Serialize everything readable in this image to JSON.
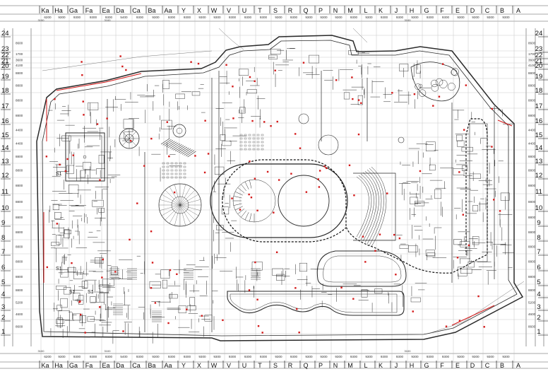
{
  "columns": [
    "Ka",
    "Ha",
    "Ga",
    "Fa",
    "Ea",
    "Da",
    "Ca",
    "Ba",
    "Aa",
    "Y",
    "X",
    "W",
    "V",
    "U",
    "T",
    "S",
    "R",
    "Q",
    "P",
    "N",
    "M",
    "L",
    "K",
    "J",
    "H",
    "G",
    "F",
    "E",
    "D",
    "C",
    "B",
    "A"
  ],
  "column_spacing_labels": [
    "6200",
    "9300",
    "9300",
    "9300",
    "9300",
    "5400",
    "9300",
    "9300",
    "9300",
    "9300",
    "9300",
    "9300",
    "9300",
    "9300",
    "9300",
    "9300",
    "9300",
    "9300",
    "9300",
    "9300",
    "9300",
    "9300",
    "9300",
    "9300",
    "9300",
    "9300",
    "9300",
    "9300",
    "9300",
    "9300",
    "9300"
  ],
  "column_offset_labels": [
    "3100",
    "3100",
    "3100"
  ],
  "rows": [
    "24",
    "23",
    "22",
    "21",
    "20",
    "19",
    "18",
    "17",
    "16",
    "15",
    "14",
    "13",
    "12",
    "11",
    "10",
    "9",
    "8",
    "7",
    "6",
    "5",
    "4",
    "3",
    "2",
    "1"
  ],
  "row_spacing_labels": [
    "8600",
    "1700",
    "3600",
    "4100",
    "8800",
    "8800",
    "8800",
    "8800",
    "4400",
    "4400",
    "8800",
    "8800",
    "8800",
    "8800",
    "8800",
    "8800",
    "8800",
    "8800",
    "8800",
    "8800",
    "5200",
    "4600",
    "8600"
  ],
  "room_tags": [
    "S1",
    "S1",
    "S1",
    "S1"
  ],
  "colors": {
    "line": "#2a2a2a",
    "grid": "#b8b8b8",
    "accent": "#d41a1a",
    "paper": "#ffffff"
  }
}
